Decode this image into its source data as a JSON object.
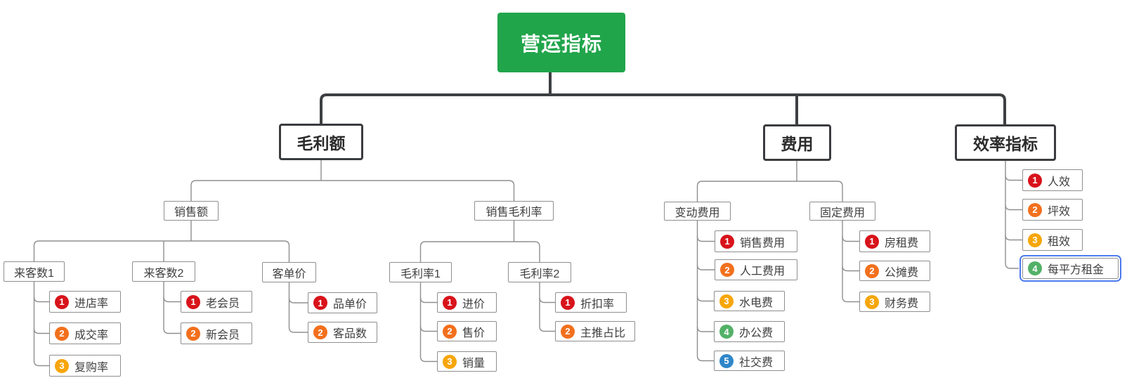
{
  "colors": {
    "root_bg": "#21A54B",
    "trunk_line": "#3D3F42",
    "branch_line": "#8F8F8F",
    "selection_border": "#4D7BF0",
    "badges": {
      "1": "#D8131B",
      "2": "#F2701D",
      "3": "#F7A60B",
      "4": "#53B167",
      "5": "#2E87C9"
    }
  },
  "root": {
    "label": "营运指标"
  },
  "branches": [
    {
      "label": "毛利额",
      "children": [
        {
          "label": "销售额",
          "children": [
            {
              "label": "来客数1",
              "children": [
                {
                  "num": "1",
                  "label": "进店率"
                },
                {
                  "num": "2",
                  "label": "成交率"
                },
                {
                  "num": "3",
                  "label": "复购率"
                }
              ]
            },
            {
              "label": "来客数2",
              "children": [
                {
                  "num": "1",
                  "label": "老会员"
                },
                {
                  "num": "2",
                  "label": "新会员"
                }
              ]
            },
            {
              "label": "客单价",
              "children": [
                {
                  "num": "1",
                  "label": "品单价"
                },
                {
                  "num": "2",
                  "label": "客品数"
                }
              ]
            }
          ]
        },
        {
          "label": "销售毛利率",
          "children": [
            {
              "label": "毛利率1",
              "children": [
                {
                  "num": "1",
                  "label": "进价"
                },
                {
                  "num": "2",
                  "label": "售价"
                },
                {
                  "num": "3",
                  "label": "销量"
                }
              ]
            },
            {
              "label": "毛利率2",
              "children": [
                {
                  "num": "1",
                  "label": "折扣率"
                },
                {
                  "num": "2",
                  "label": "主推占比"
                }
              ]
            }
          ]
        }
      ]
    },
    {
      "label": "费用",
      "children": [
        {
          "label": "变动费用",
          "children": [
            {
              "num": "1",
              "label": "销售费用"
            },
            {
              "num": "2",
              "label": "人工费用"
            },
            {
              "num": "3",
              "label": "水电费"
            },
            {
              "num": "4",
              "label": "办公费"
            },
            {
              "num": "5",
              "label": "社交费"
            }
          ]
        },
        {
          "label": "固定费用",
          "children": [
            {
              "num": "1",
              "label": "房租费"
            },
            {
              "num": "2",
              "label": "公摊费"
            },
            {
              "num": "3",
              "label": "财务费"
            }
          ]
        }
      ]
    },
    {
      "label": "效率指标",
      "children": [
        {
          "num": "1",
          "label": "人效"
        },
        {
          "num": "2",
          "label": "坪效"
        },
        {
          "num": "3",
          "label": "租效"
        },
        {
          "num": "4",
          "label": "每平方租金",
          "selected": true
        }
      ]
    }
  ]
}
